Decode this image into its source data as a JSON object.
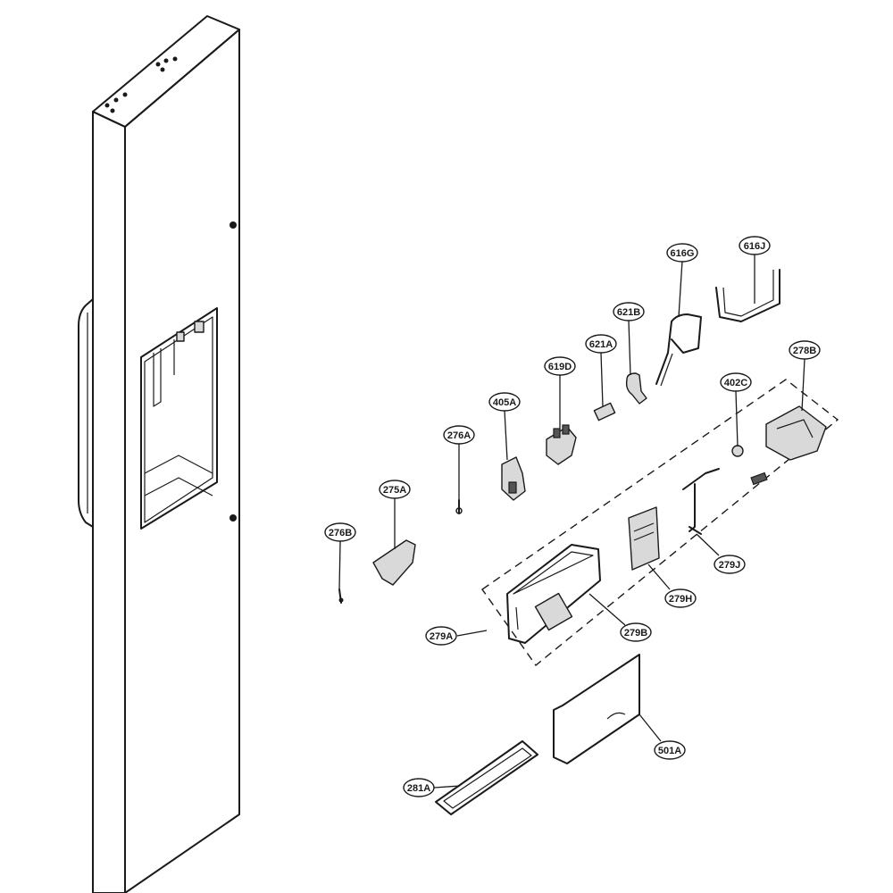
{
  "diagram": {
    "callouts": [
      {
        "id": "616G"
      },
      {
        "id": "616J"
      },
      {
        "id": "621B"
      },
      {
        "id": "621A"
      },
      {
        "id": "619D"
      },
      {
        "id": "278B"
      },
      {
        "id": "402C"
      },
      {
        "id": "405A"
      },
      {
        "id": "276A"
      },
      {
        "id": "275A"
      },
      {
        "id": "276B"
      },
      {
        "id": "279J"
      },
      {
        "id": "279H"
      },
      {
        "id": "279B"
      },
      {
        "id": "279A"
      },
      {
        "id": "501A"
      },
      {
        "id": "281A"
      }
    ]
  }
}
